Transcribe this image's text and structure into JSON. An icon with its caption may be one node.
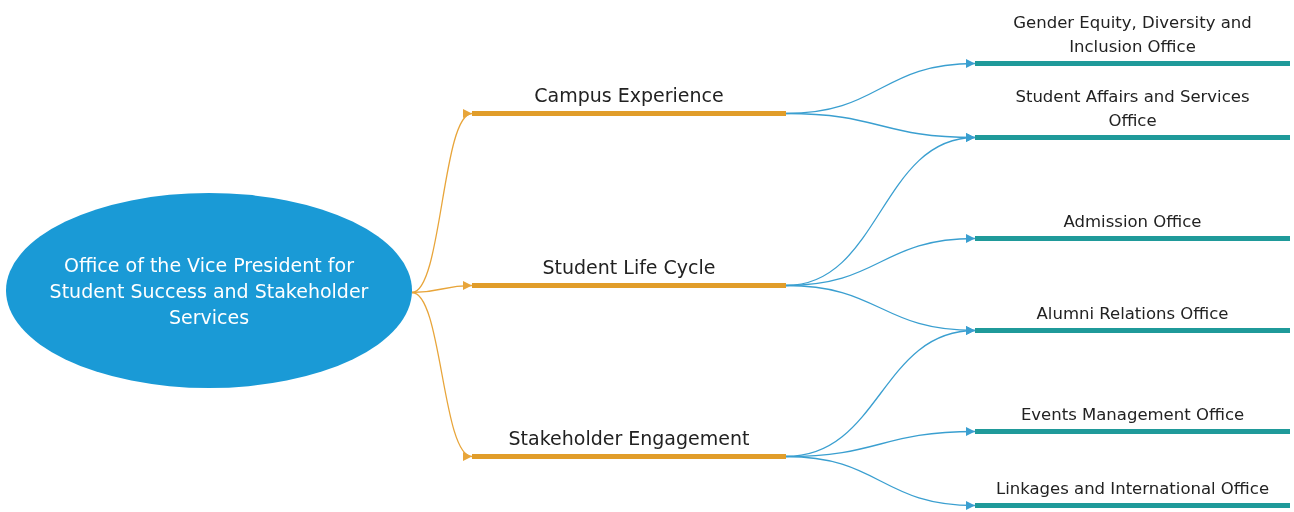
{
  "diagram": {
    "nodes": [
      {
        "text": [
          "Office of the Vice President for Student Success and Stakeholder Services"
        ]
      },
      {
        "text": [
          "Campus Experience"
        ]
      },
      {
        "text": [
          "Student Life Cycle"
        ]
      },
      {
        "text": [
          "Stakeholder Engagement"
        ]
      },
      {
        "text": [
          "Gender Equity, Diversity and Inclusion Office"
        ]
      },
      {
        "text": [
          "Student Affairs and Services Office"
        ]
      },
      {
        "text": [
          "Admission Office"
        ]
      },
      {
        "text": [
          "Alumni Relations Office"
        ]
      },
      {
        "text": [
          "Events Management Office"
        ]
      },
      {
        "text": [
          "Linkages and International Office"
        ]
      }
    ],
    "edges": [
      {
        "from": 0,
        "to": 1,
        "arrow": "to",
        "color": "#e8a53a"
      },
      {
        "from": 0,
        "to": 2,
        "arrow": "to",
        "color": "#e8a53a"
      },
      {
        "from": 0,
        "to": 3,
        "arrow": "to",
        "color": "#e8a53a"
      },
      {
        "from": 1,
        "to": 4,
        "arrow": "to"
      },
      {
        "from": 1,
        "to": 5,
        "arrow": "to"
      },
      {
        "from": 2,
        "to": 5,
        "arrow": "to"
      },
      {
        "from": 2,
        "to": 6,
        "arrow": "to"
      },
      {
        "from": 2,
        "to": 7,
        "arrow": "to"
      },
      {
        "from": 3,
        "to": 7,
        "arrow": "to"
      },
      {
        "from": 3,
        "to": 8,
        "arrow": "to"
      },
      {
        "from": 3,
        "to": 9,
        "arrow": "to"
      }
    ]
  }
}
